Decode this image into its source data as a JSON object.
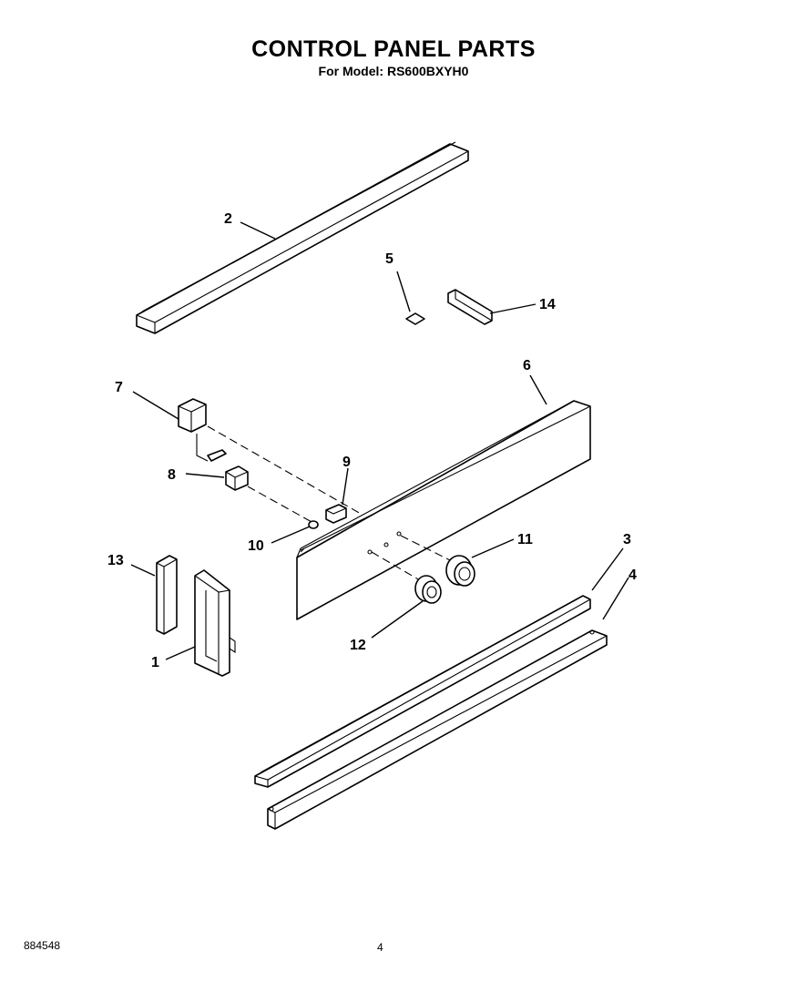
{
  "header": {
    "title": "CONTROL PANEL PARTS",
    "subtitle": "For Model: RS600BXYH0"
  },
  "callouts": {
    "c1": "1",
    "c2": "2",
    "c3": "3",
    "c4": "4",
    "c5": "5",
    "c6": "6",
    "c7": "7",
    "c8": "8",
    "c9": "9",
    "c10": "10",
    "c11": "11",
    "c12": "12",
    "c13": "13",
    "c14": "14"
  },
  "footer": {
    "doc_number": "884548",
    "page_number": "4"
  }
}
